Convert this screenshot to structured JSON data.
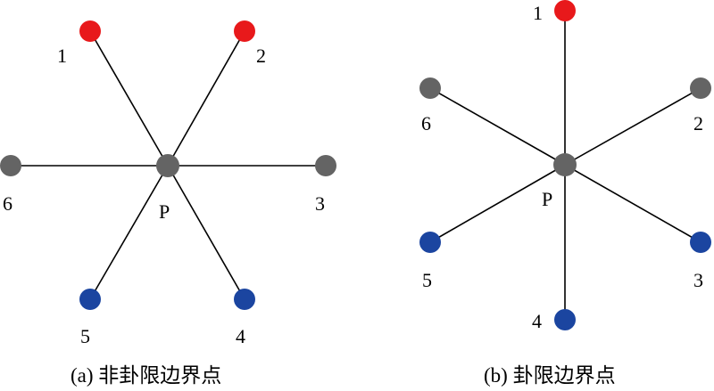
{
  "colors": {
    "red": "#e8191b",
    "gray": "#646464",
    "blue": "#1b45a0",
    "edge": "#000000"
  },
  "diagrams": [
    {
      "id": "a",
      "caption": "(a) 非卦限边界点",
      "center": {
        "label": "P",
        "color": "gray"
      },
      "nodes": [
        {
          "label": "1",
          "color": "red"
        },
        {
          "label": "2",
          "color": "red"
        },
        {
          "label": "3",
          "color": "gray"
        },
        {
          "label": "4",
          "color": "blue"
        },
        {
          "label": "5",
          "color": "blue"
        },
        {
          "label": "6",
          "color": "gray"
        }
      ]
    },
    {
      "id": "b",
      "caption": "(b) 卦限边界点",
      "center": {
        "label": "P",
        "color": "gray"
      },
      "nodes": [
        {
          "label": "1",
          "color": "red"
        },
        {
          "label": "2",
          "color": "gray"
        },
        {
          "label": "3",
          "color": "blue"
        },
        {
          "label": "4",
          "color": "blue"
        },
        {
          "label": "5",
          "color": "blue"
        },
        {
          "label": "6",
          "color": "gray"
        }
      ]
    }
  ]
}
